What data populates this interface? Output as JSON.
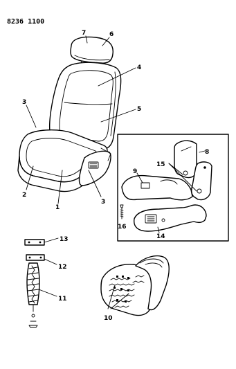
{
  "document_number": "8236 1100",
  "callouts": {
    "c1": "1",
    "c2": "2",
    "c3a": "3",
    "c3b": "3",
    "c4": "4",
    "c5": "5",
    "c6": "6",
    "c7": "7",
    "c8": "8",
    "c9": "9",
    "c10": "10",
    "c11": "11",
    "c12": "12",
    "c13": "13",
    "c14": "14",
    "c15": "15",
    "c16": "16"
  }
}
